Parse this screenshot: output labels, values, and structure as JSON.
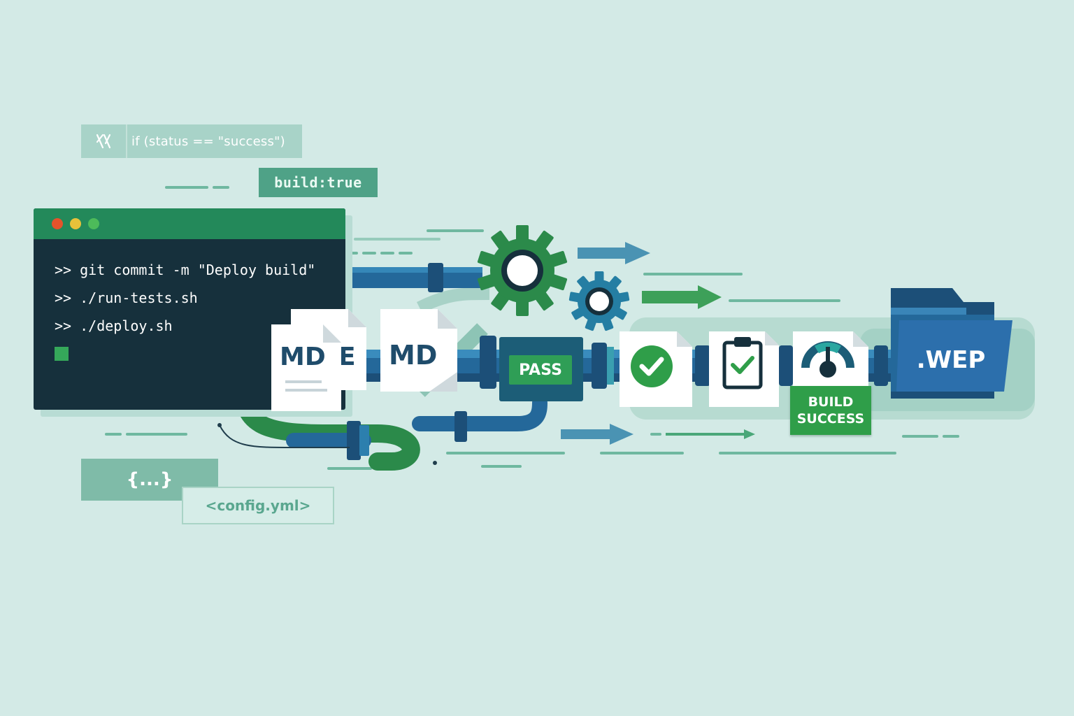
{
  "colors": {
    "background": "#d3eae6",
    "terminal_bg": "#16303c",
    "terminal_titlebar": "#23895a",
    "pipe_blue": "#24689a",
    "gear_green": "#2b8a4a",
    "gear_blue": "#257ea3",
    "accent_green": "#2f9e56"
  },
  "chips": {
    "status_icon": "code-branch-icon",
    "status_condition": "if (status == \"success\")",
    "build_flag": "build:true",
    "braces": "{...}",
    "config_file": "<config.yml>"
  },
  "terminal": {
    "window_dots": [
      "#e5532b",
      "#e8c13a",
      "#4dbb5a"
    ],
    "lines": [
      ">> git commit -m \"Deploy build\"",
      ">> ./run-tests.sh",
      ">> ./deploy.sh"
    ]
  },
  "pipeline": {
    "file_1": "MD",
    "file_2": "E",
    "file_3": "MD",
    "pass_label": "PASS",
    "check_icon": "check-circle-icon",
    "clipboard_icon": "clipboard-check-icon",
    "gauge_icon": "gauge-icon",
    "success_line_1": "BUILD",
    "success_line_2": "SUCCESS",
    "folder_label": ".WEP",
    "gear_icons": [
      "gear-large-icon",
      "gear-small-icon"
    ]
  }
}
